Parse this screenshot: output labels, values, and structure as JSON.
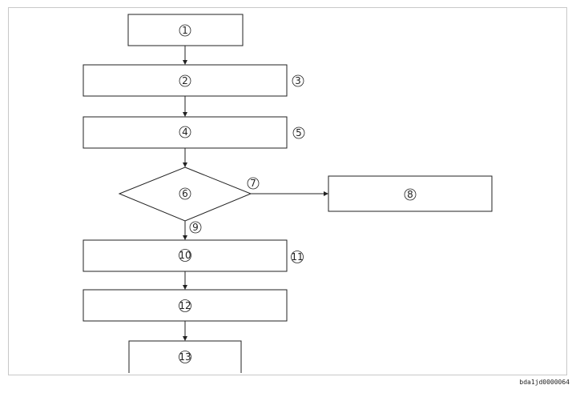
{
  "nodes": {
    "n1": "1",
    "n2": "2",
    "n3": "3",
    "n4": "4",
    "n5": "5",
    "n6": "6",
    "n7": "7",
    "n8": "8",
    "n9": "9",
    "n10": "10",
    "n11": "11",
    "n12": "12",
    "n13": "13"
  },
  "footer": {
    "code": "bda1jd0000064"
  }
}
